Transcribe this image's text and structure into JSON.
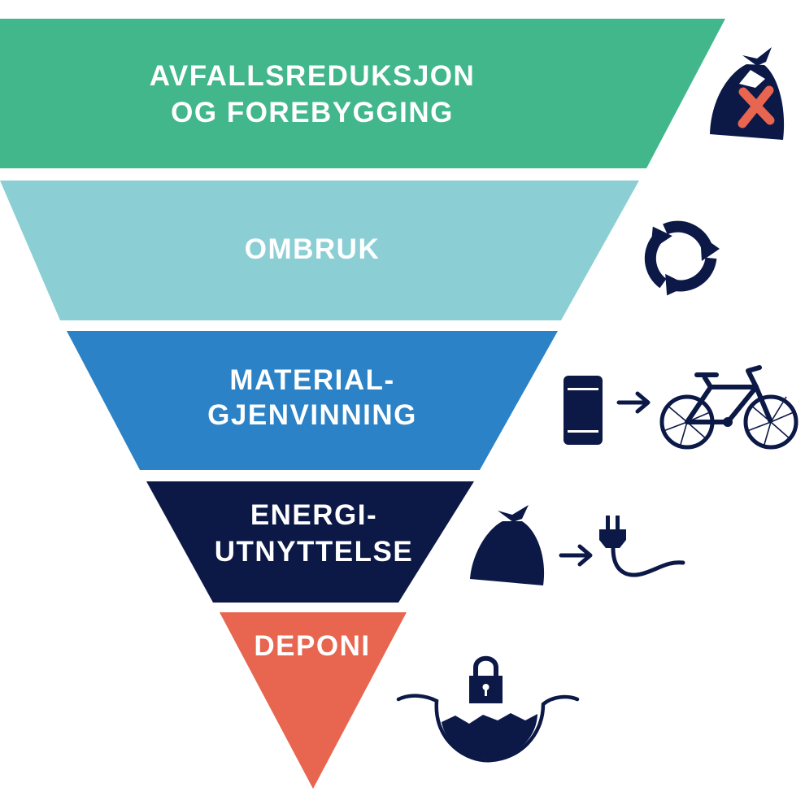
{
  "levels": [
    {
      "line1": "AVFALLSREDUKSJON",
      "line2": "OG FOREBYGGING",
      "color": "#41b78b",
      "icon": "trash-bag-crossed-icon"
    },
    {
      "line1": "OMBRUK",
      "line2": "",
      "color": "#8bcfd5",
      "icon": "recycle-arrows-icon"
    },
    {
      "line1": "MATERIAL-",
      "line2": "GJENVINNING",
      "color": "#2b82c6",
      "icon": "can-to-bicycle-icon"
    },
    {
      "line1": "ENERGI-",
      "line2": "UTNYTTELSE",
      "color": "#0c1947",
      "icon": "trash-bag-to-plug-icon"
    },
    {
      "line1": "DEPONI",
      "line2": "",
      "color": "#e8654f",
      "icon": "locked-landfill-icon"
    }
  ],
  "icon_color": "#0c1947",
  "accent_color": "#e8654f"
}
